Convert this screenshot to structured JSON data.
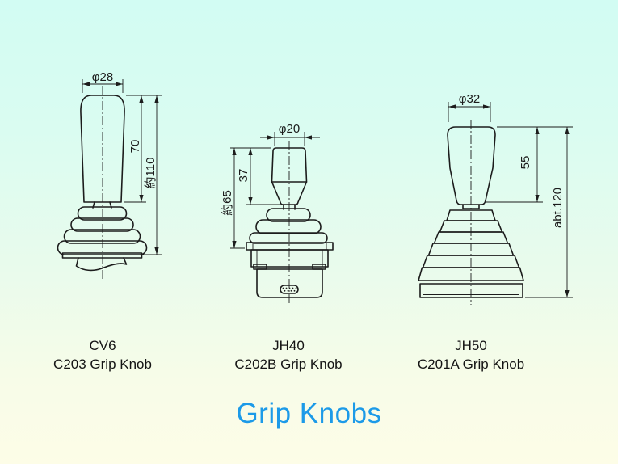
{
  "title": {
    "text": "Grip Knobs",
    "color": "#1c9ae8"
  },
  "drawings": [
    {
      "model": "CV6",
      "product": "C203 Grip Knob",
      "dims": {
        "diameter": "φ28",
        "grip_height": "70",
        "total_height": "約110"
      }
    },
    {
      "model": "JH40",
      "product": "C202B Grip Knob",
      "dims": {
        "diameter": "φ20",
        "grip_height": "37",
        "total_height": "約65"
      }
    },
    {
      "model": "JH50",
      "product": "C201A Grip Knob",
      "dims": {
        "diameter": "φ32",
        "grip_height": "55",
        "total_height": "abt.120"
      }
    }
  ],
  "colors": {
    "background_top": "#d2fcf3",
    "background_bottom": "#fdfde7",
    "line": "#1c1c1c"
  }
}
